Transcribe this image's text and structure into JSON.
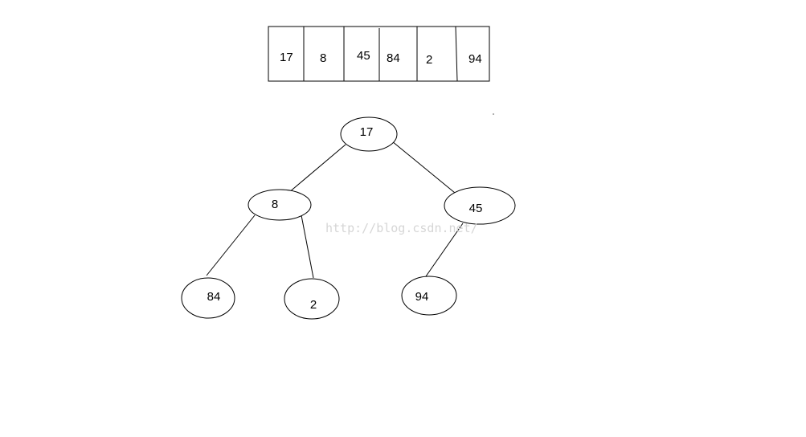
{
  "array": {
    "cells": [
      "17",
      "8",
      "45",
      "84",
      "2",
      "94"
    ]
  },
  "tree": {
    "nodes": [
      "17",
      "8",
      "45",
      "84",
      "2",
      "94"
    ],
    "edges": [
      [
        "17",
        "8"
      ],
      [
        "17",
        "45"
      ],
      [
        "8",
        "84"
      ],
      [
        "8",
        "2"
      ],
      [
        "45",
        "94"
      ]
    ]
  },
  "watermark": "http://blog.csdn.net/"
}
